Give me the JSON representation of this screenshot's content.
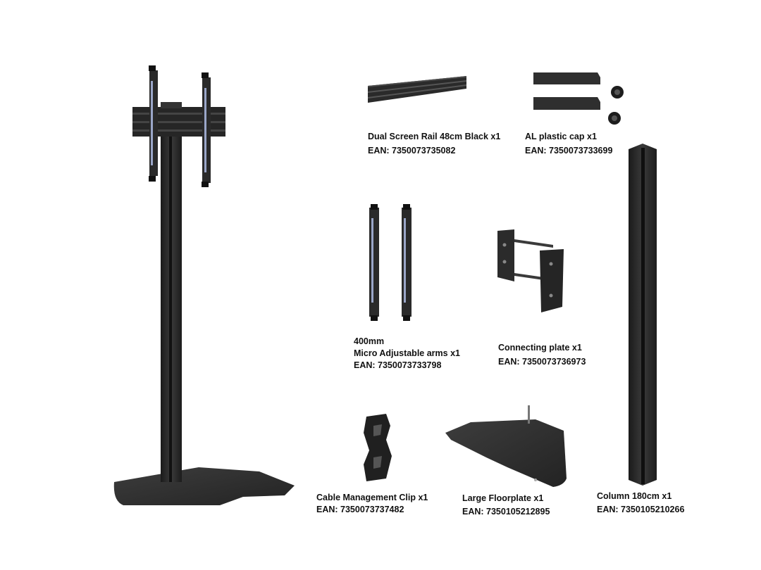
{
  "colors": {
    "metal": "#2b2b2b",
    "metal_dark": "#161616",
    "metal_light": "#4a4a4a",
    "accent": "#9aa6c8",
    "background": "#ffffff"
  },
  "parts": {
    "rail": {
      "name": "Dual Screen Rail 48cm Black x1",
      "ean": "EAN: 7350073735082"
    },
    "cap": {
      "name": "AL plastic cap x1",
      "ean": "EAN: 7350073733699"
    },
    "arms": {
      "name_top": "400mm",
      "name": "Micro Adjustable arms x1",
      "ean": "EAN: 7350073733798"
    },
    "plate": {
      "name": "Connecting plate x1",
      "ean": "EAN: 7350073736973"
    },
    "clip": {
      "name": "Cable Management Clip x1",
      "ean": "EAN: 7350073737482"
    },
    "floorplate": {
      "name": "Large Floorplate x1",
      "ean": "EAN: 7350105212895"
    },
    "column": {
      "name": "Column 180cm x1",
      "ean": "EAN: 7350105210266"
    }
  }
}
